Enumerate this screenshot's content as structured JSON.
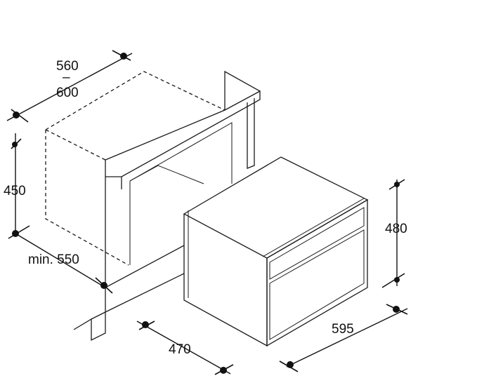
{
  "dimensions": {
    "width_min": "560",
    "width_separator": "–",
    "width_max": "600",
    "niche_height": "450",
    "min_depth": "min. 550",
    "cabinet_depth": "470",
    "appliance_height": "480",
    "appliance_width": "595"
  },
  "colors": {
    "line": "#1a1a1a",
    "background": "#ffffff"
  }
}
